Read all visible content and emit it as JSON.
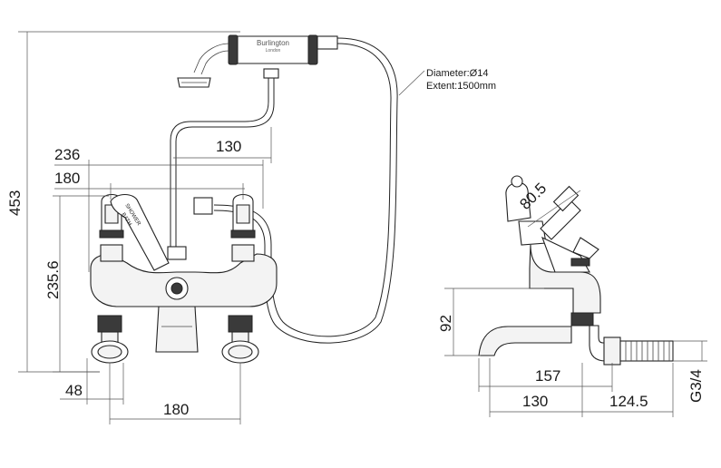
{
  "front_view": {
    "dims": {
      "total_height": "453",
      "body_height": "235.6",
      "overall_width": "236",
      "lever_span": "180",
      "handset_offset": "130",
      "inlet_centres": "180",
      "leg_width": "48"
    },
    "handset_brand": "Burlington",
    "handset_city": "London",
    "lever_words": [
      "SHOWER",
      "BATH"
    ]
  },
  "hose_note": {
    "diameter": "Diameter:Ø14",
    "extent": "Extent:1500mm"
  },
  "side_view": {
    "dims": {
      "lever_angle": "80.5",
      "spout_height": "92",
      "spout_reach": "157",
      "inlet_to_spout": "130",
      "inlet_length": "124.5",
      "thread": "G3/4"
    }
  },
  "colors": {
    "line": "#222222",
    "dim_line": "#555555",
    "background": "#ffffff"
  }
}
